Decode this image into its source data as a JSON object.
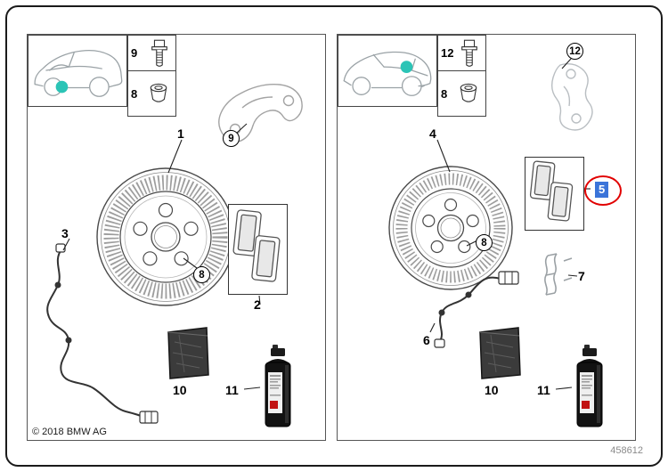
{
  "footer": {
    "copyright": "© 2018 BMW AG",
    "doc_number": "458612"
  },
  "colors": {
    "highlight_teal": "#2bc4b6",
    "selection_blue": "#3b74d9",
    "annotation_red": "#e10000"
  },
  "left_panel": {
    "hardware": {
      "bolt_label": "9",
      "plug_label": "8"
    },
    "labels": {
      "disc": "1",
      "pads": "2",
      "sensor": "3",
      "carrier_ref": "9",
      "hub_ref": "8",
      "paste": "10",
      "spray": "11"
    }
  },
  "right_panel": {
    "hardware": {
      "bolt_label": "12",
      "plug_label": "8"
    },
    "labels": {
      "disc": "4",
      "pads": "5",
      "sensor": "6",
      "clip": "7",
      "carrier_ref": "12",
      "hub_ref": "8",
      "paste": "10",
      "spray": "11"
    }
  }
}
